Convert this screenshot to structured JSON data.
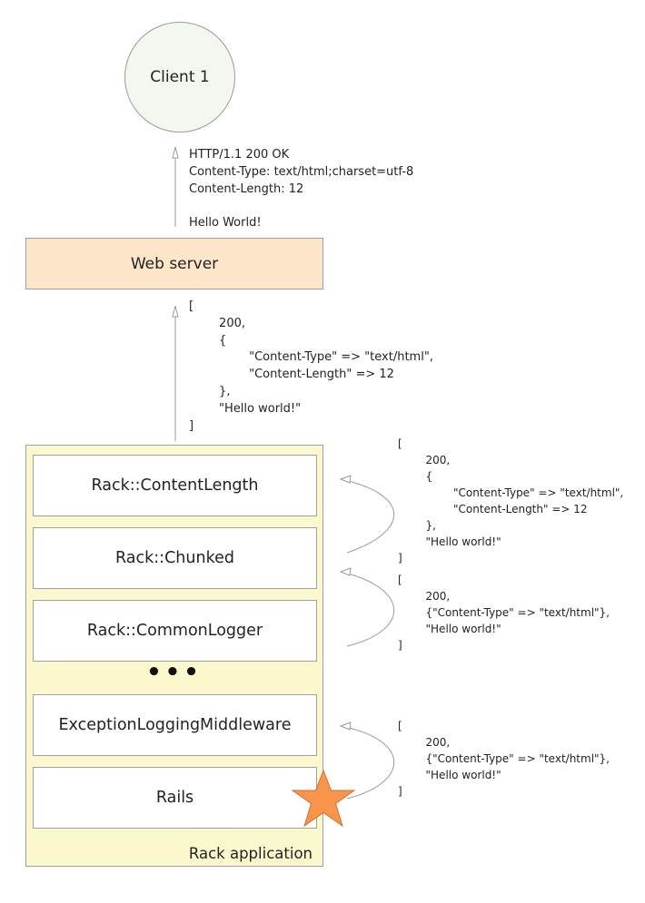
{
  "client": {
    "label": "Client 1"
  },
  "http_response": {
    "lines": [
      "HTTP/1.1 200 OK",
      "Content-Type: text/html;charset=utf-8",
      "Content-Length: 12",
      "",
      "Hello World!"
    ]
  },
  "web_server": {
    "label": "Web server"
  },
  "rack_response": {
    "lines": [
      "[",
      "        200,",
      "        {",
      "                \"Content-Type\" => \"text/html\",",
      "                \"Content-Length\" => 12",
      "        },",
      "        \"Hello world!\"",
      "]"
    ]
  },
  "rack_app": {
    "label": "Rack application",
    "middlewares": [
      {
        "label": "Rack::ContentLength"
      },
      {
        "label": "Rack::Chunked"
      },
      {
        "label": "Rack::CommonLogger"
      },
      {
        "label": "ExceptionLoggingMiddleware"
      },
      {
        "label": "Rails"
      }
    ],
    "ellipsis": "•••"
  },
  "responses": [
    {
      "lines": [
        "[",
        "        200,",
        "        {",
        "                \"Content-Type\" => \"text/html\",",
        "                \"Content-Length\" => 12",
        "        },",
        "        \"Hello world!\"",
        "]"
      ]
    },
    {
      "lines": [
        "[",
        "        200,",
        "        {\"Content-Type\" => \"text/html\"},",
        "        \"Hello world!\"",
        "]"
      ]
    },
    {
      "lines": [
        "[",
        "        200,",
        "        {\"Content-Type\" => \"text/html\"},",
        "        \"Hello world!\"",
        "]"
      ]
    }
  ],
  "colors": {
    "client_fill": "#f2f8f0",
    "web_server_fill": "#fde5c9",
    "rack_app_fill": "#fbf8cd",
    "star_fill": "#f9944a",
    "arrow_stroke": "#9a9a9a"
  },
  "icons": {
    "rails_marker": "star-icon"
  }
}
